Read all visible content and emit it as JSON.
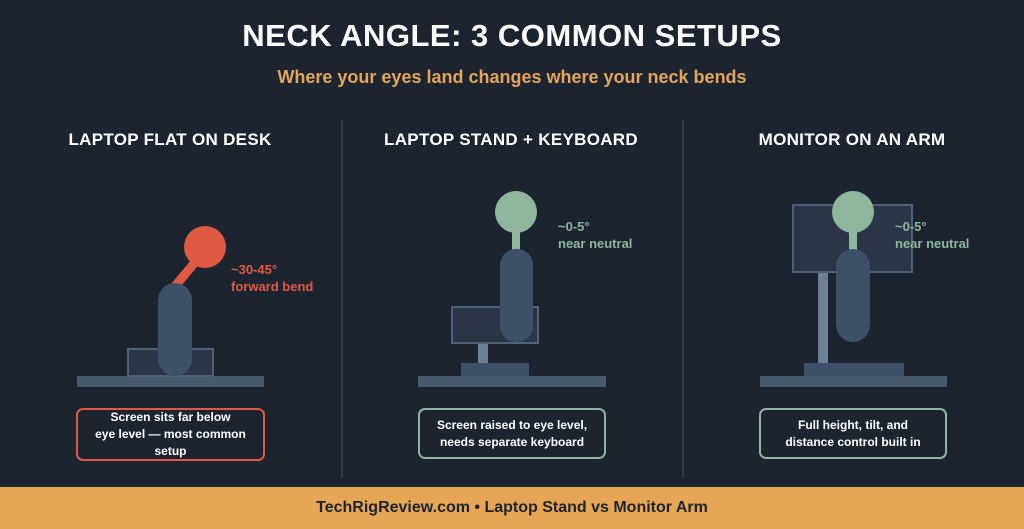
{
  "header": {
    "title": "NECK ANGLE: 3 COMMON SETUPS",
    "subtitle": "Where your eyes land changes where your neck bends"
  },
  "panels": [
    {
      "title": "LAPTOP FLAT ON DESK",
      "angle": "~30-45°",
      "angle_note": "forward bend",
      "caption_line1": "Screen sits far below",
      "caption_line2": "eye level — most common setup"
    },
    {
      "title": "LAPTOP STAND + KEYBOARD",
      "angle": "~0-5°",
      "angle_note": "near neutral",
      "caption_line1": "Screen raised to eye level,",
      "caption_line2": "needs separate keyboard"
    },
    {
      "title": "MONITOR ON AN ARM",
      "angle": "~0-5°",
      "angle_note": "near neutral",
      "caption_line1": "Full height, tilt, and",
      "caption_line2": "distance control built in"
    }
  ],
  "footer": {
    "text": "TechRigReview.com • Laptop Stand vs Monitor Arm"
  },
  "colors": {
    "background": "#1c2430",
    "accent_orange": "#e6a656",
    "bad_red": "#e05a43",
    "good_green": "#8fb69c",
    "figure_body": "#3d5068",
    "desk": "#4a5a6e"
  }
}
